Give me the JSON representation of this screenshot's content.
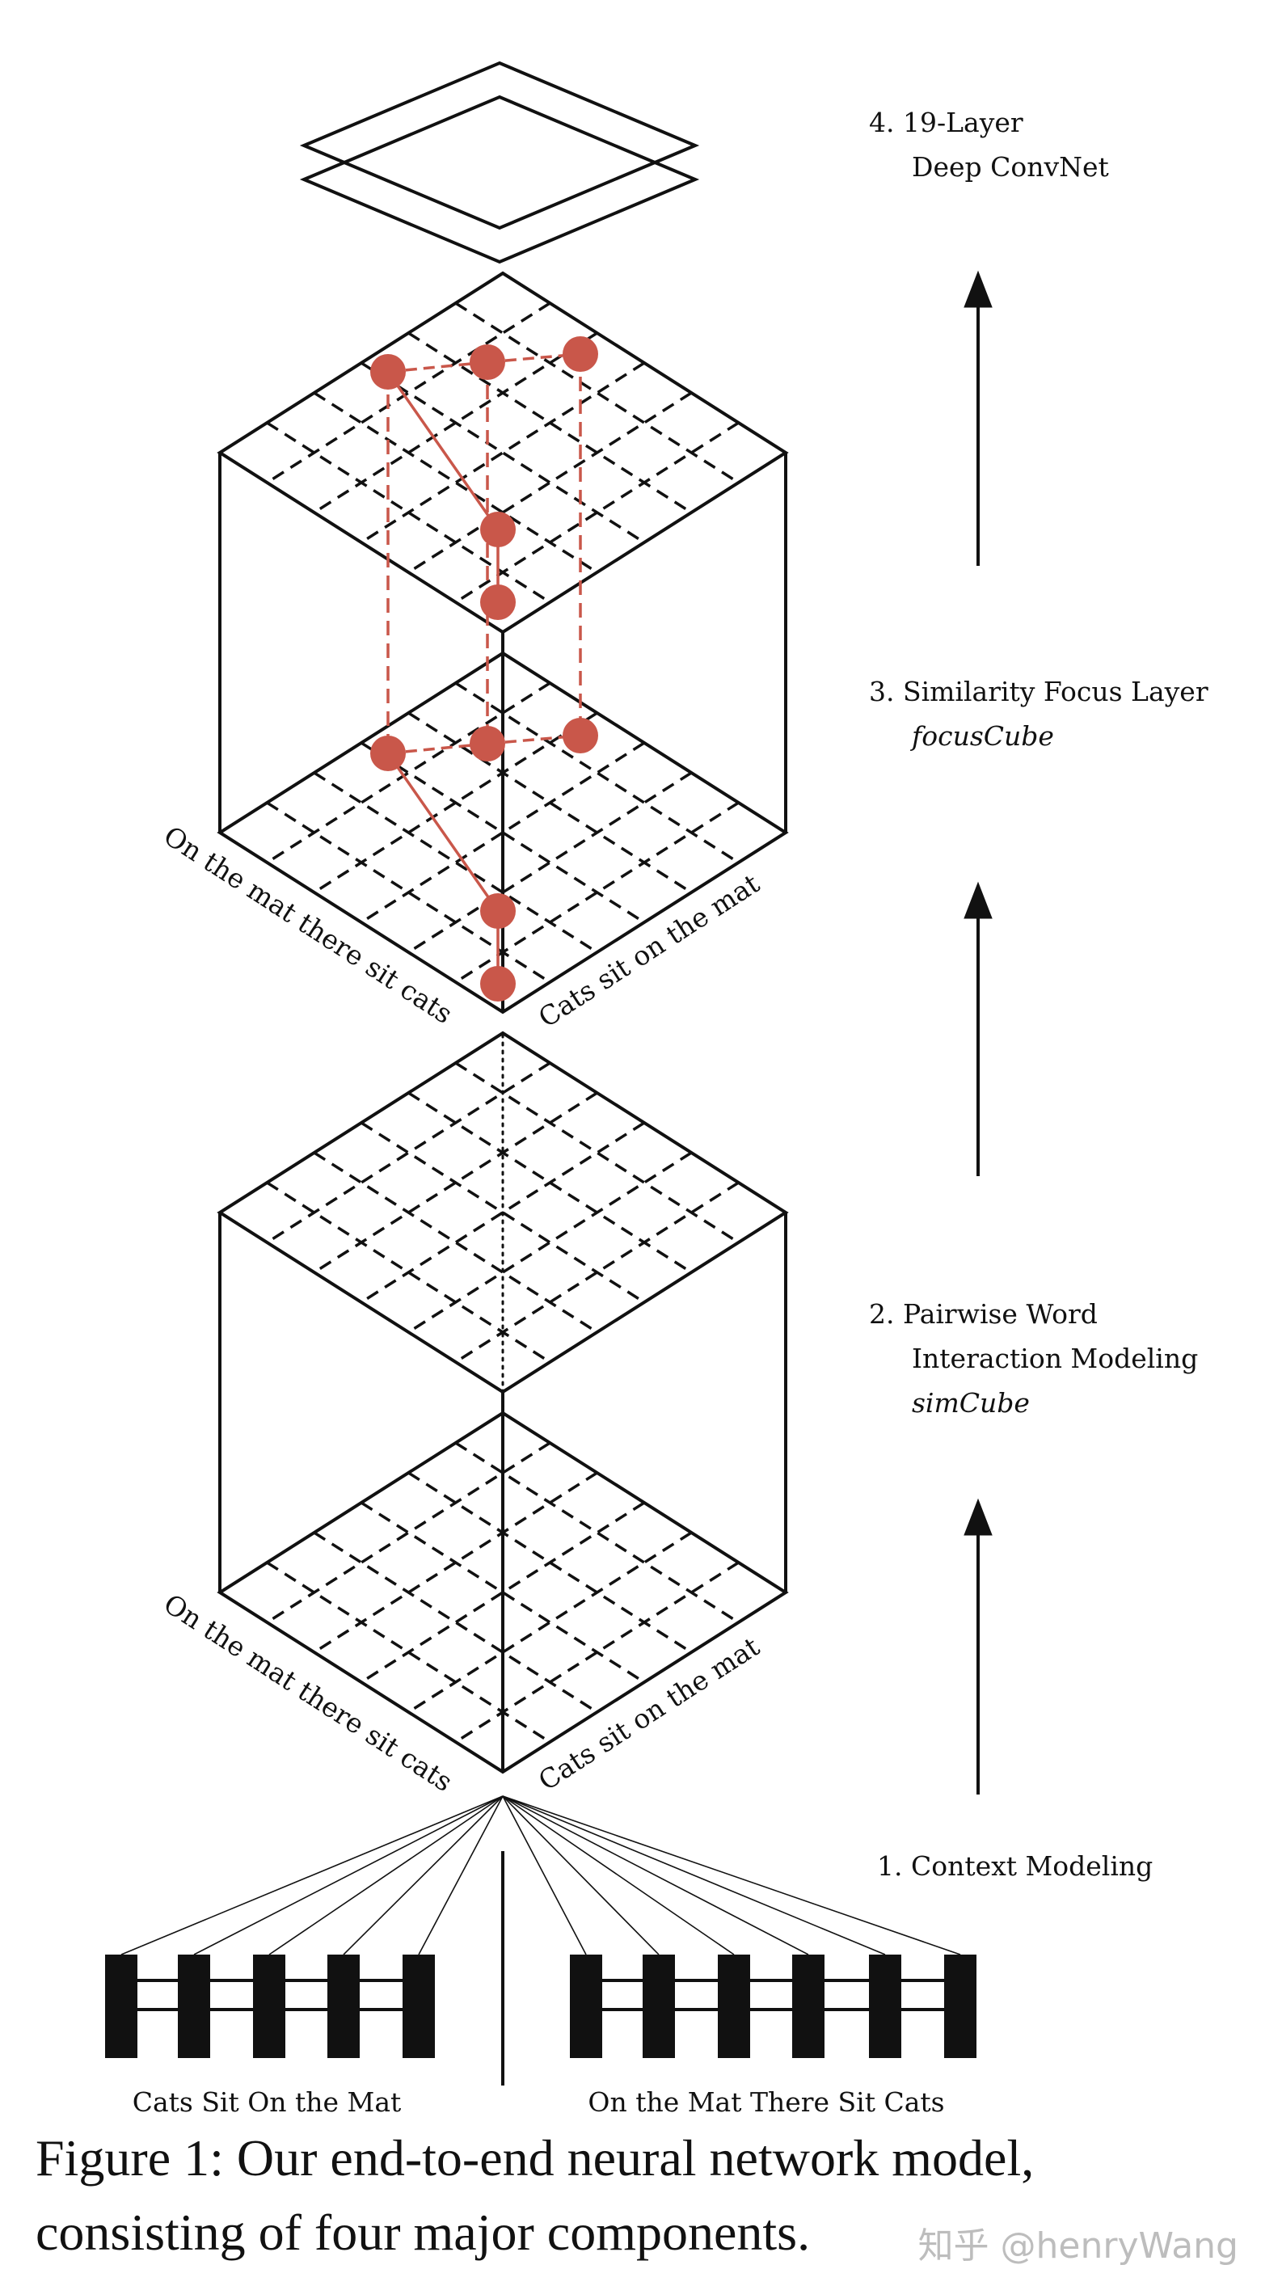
{
  "steps": {
    "s4_line1": "4. 19-Layer",
    "s4_line2": "Deep ConvNet",
    "s3_line1": "3. Similarity Focus Layer",
    "s3_line2": "focusCube",
    "s2_line1": "2. Pairwise Word",
    "s2_line2": "Interaction Modeling",
    "s2_line3": "simCube",
    "s1_line1": "1. Context Modeling"
  },
  "axes": {
    "left_sentence": "On the mat there sit cats",
    "right_sentence": "Cats sit on the mat"
  },
  "inputs": {
    "left_label": "Cats Sit On the Mat",
    "right_label": "On the Mat There Sit Cats"
  },
  "caption": {
    "line1": "Figure 1: Our end-to-end neural network model,",
    "line2": "consisting of four major components."
  },
  "watermark": "知乎 @henryWang",
  "colors": {
    "ink": "#111111",
    "focus": "#c9574a",
    "watermark": "#bdbdbd"
  }
}
